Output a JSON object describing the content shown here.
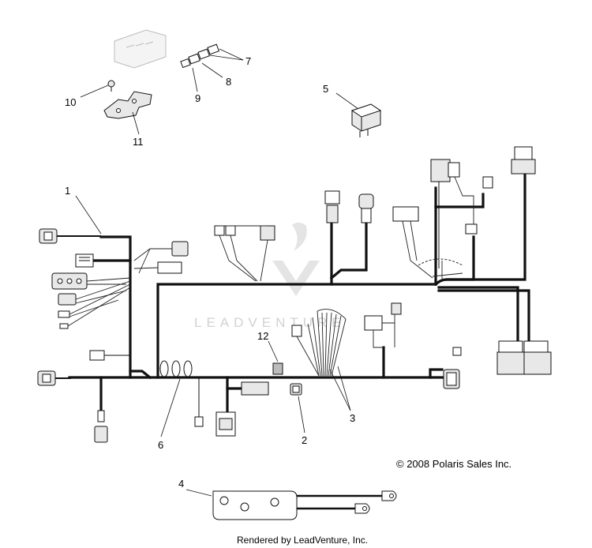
{
  "callouts": [
    "1",
    "2",
    "3",
    "4",
    "5",
    "6",
    "7",
    "8",
    "9",
    "10",
    "11",
    "12"
  ],
  "copyright": "© 2008 Polaris Sales Inc.",
  "watermark": "LEADVENTURE",
  "footer": "Rendered by LeadVenture, Inc."
}
